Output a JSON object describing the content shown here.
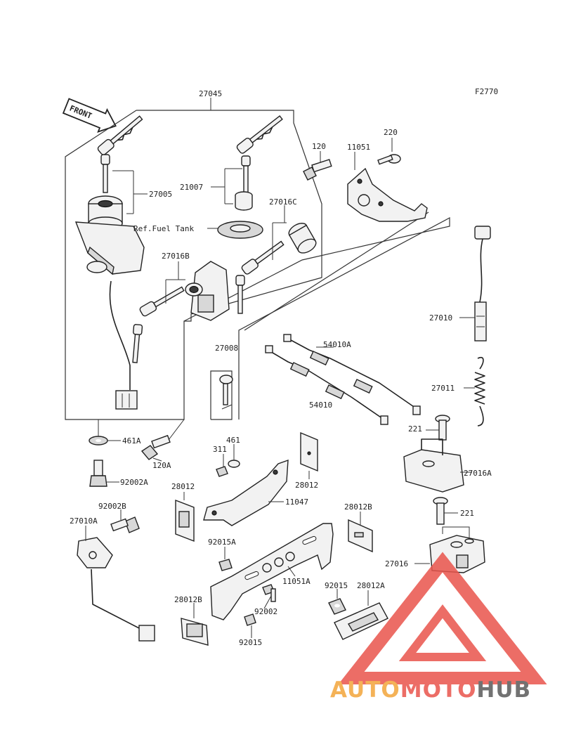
{
  "figure_code": "F2770",
  "front_label": "FRONT",
  "ref_label": "Ref.Fuel Tank",
  "watermark": {
    "part_orange": "AUTO",
    "part_red": "MOTO",
    "part_grey": "HUB",
    "colors": {
      "orange": "#f3a53a",
      "red": "#e9544c",
      "grey": "#5a5a5a",
      "triangle": "#e9544c"
    }
  },
  "callouts": {
    "c27045": "27045",
    "c27005": "27005",
    "c21007": "21007",
    "c120": "120",
    "c11051": "11051",
    "c220": "220",
    "c27016C": "27016C",
    "c27016B": "27016B",
    "c27010": "27010",
    "c27008": "27008",
    "c54010A": "54010A",
    "c54010": "54010",
    "c27011": "27011",
    "c221a": "221",
    "c461A": "461A",
    "c120A": "120A",
    "c311": "311",
    "c461": "461",
    "c28012a": "28012",
    "c92002A": "92002A",
    "c27016A": "27016A",
    "c28012b": "28012",
    "c11047": "11047",
    "c92002B": "92002B",
    "c27010A": "27010A",
    "c28012B": "28012B",
    "c221b": "221",
    "c92015A": "92015A",
    "c11051A": "11051A",
    "c27016": "27016",
    "c92015a": "92015",
    "c28012A": "28012A",
    "c28012Bb": "28012B",
    "c92002": "92002",
    "c92015b": "92015"
  }
}
